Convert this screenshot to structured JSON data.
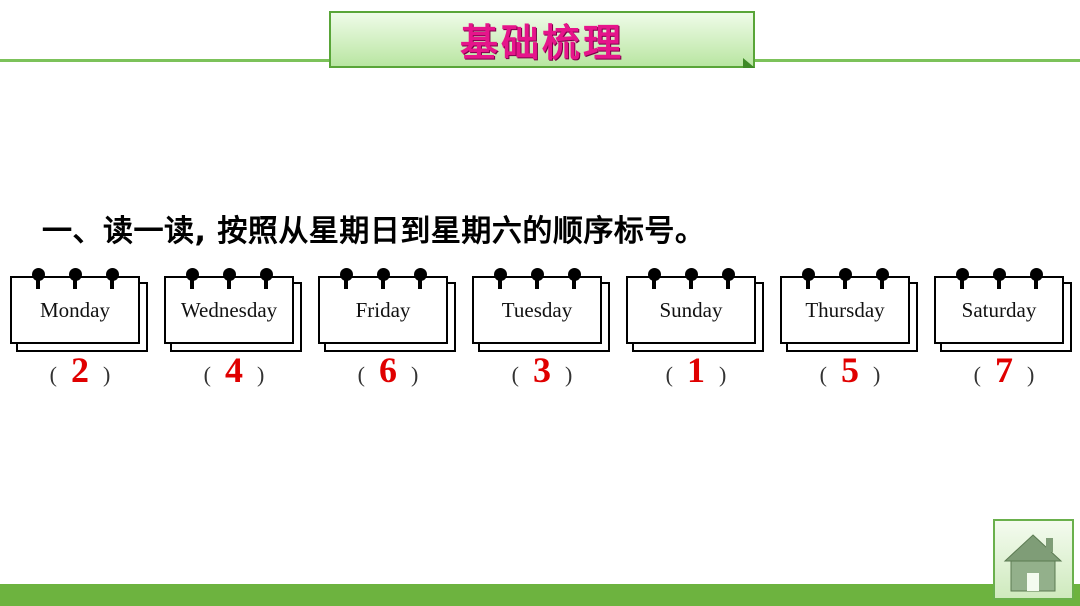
{
  "header": {
    "title": "基础梳理"
  },
  "question": {
    "text": "一、读一读, 按照从星期日到星期六的顺序标号。"
  },
  "cards": [
    {
      "word": "Monday",
      "number": "2"
    },
    {
      "word": "Wednesday",
      "number": "4"
    },
    {
      "word": "Friday",
      "number": "6"
    },
    {
      "word": "Tuesday",
      "number": "3"
    },
    {
      "word": "Sunday",
      "number": "1"
    },
    {
      "word": "Thursday",
      "number": "5"
    },
    {
      "word": "Saturday",
      "number": "7"
    }
  ],
  "answer_paren": {
    "open": "(",
    "close": ")"
  },
  "colors": {
    "title": "#e6158b",
    "answer": "#e00000",
    "accent_green": "#6db33f"
  },
  "home": {
    "icon": "home-icon"
  }
}
